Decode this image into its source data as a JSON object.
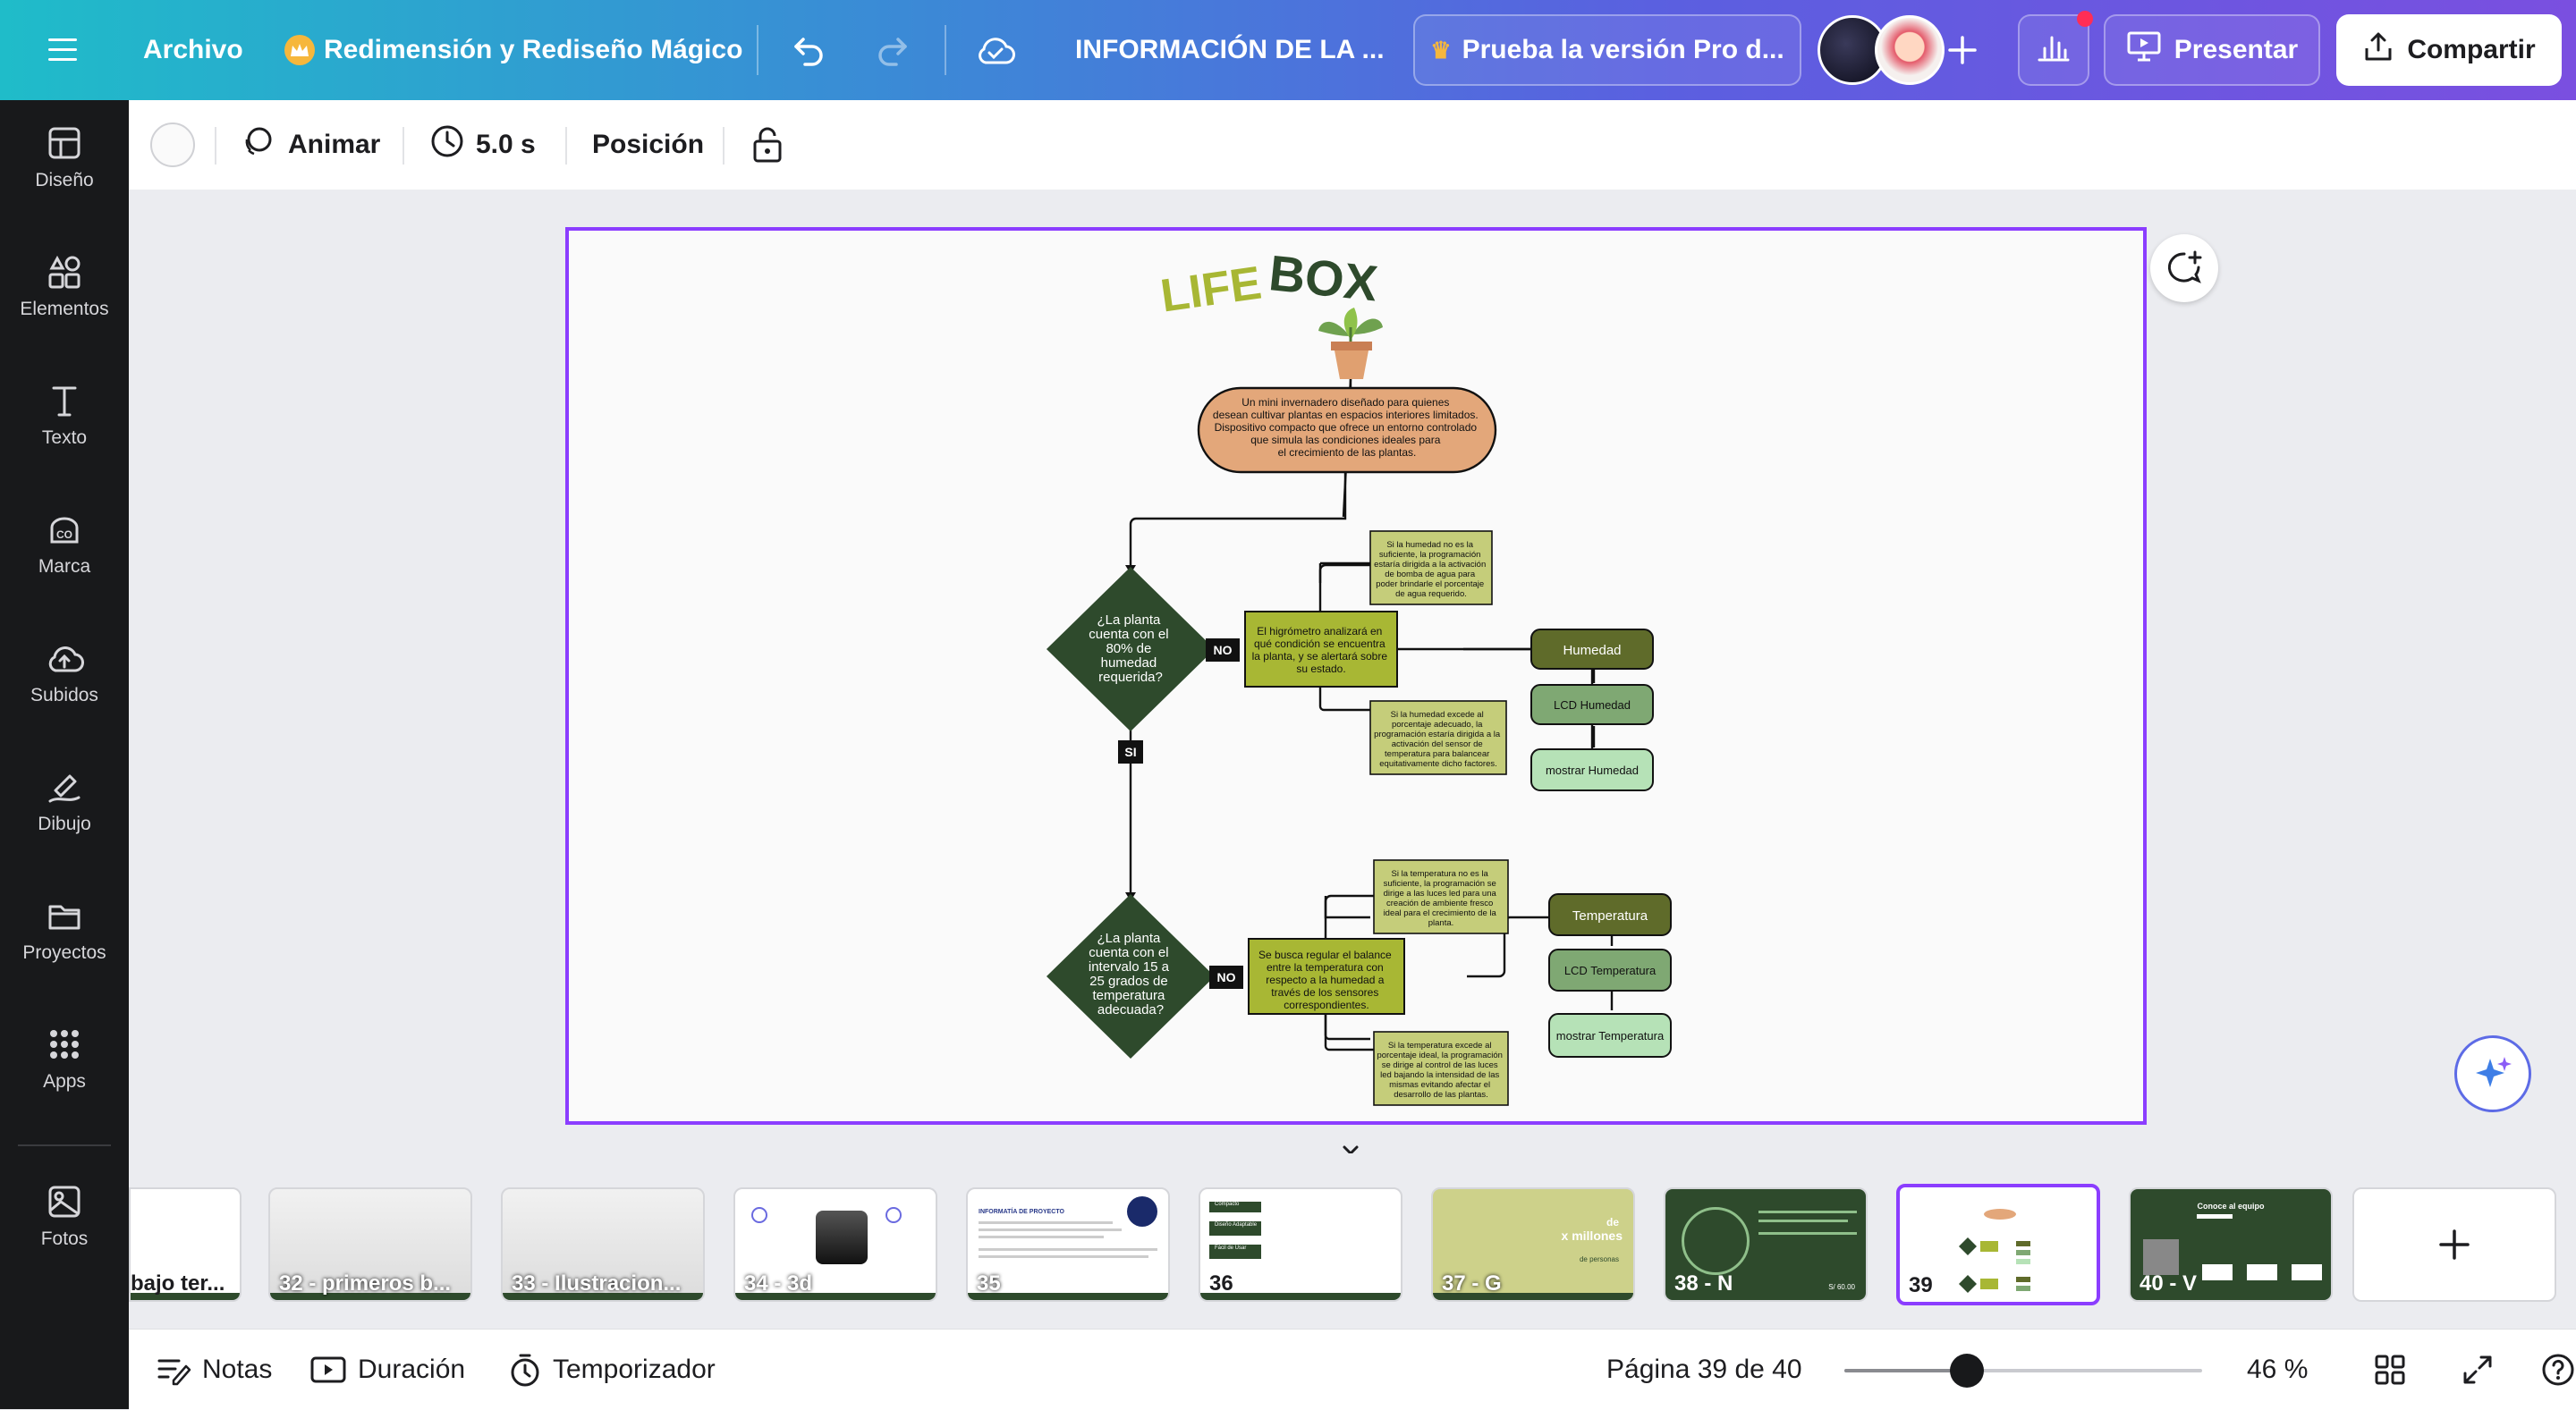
{
  "topbar": {
    "menu_label": "Archivo",
    "magic_label": "Redimensión y Rediseño Mágico",
    "doc_title": "INFORMACIÓN DE LA ...",
    "pro_label": "Prueba la versión Pro d...",
    "present_label": "Presentar",
    "share_label": "Compartir"
  },
  "toolbar": {
    "animate_label": "Animar",
    "duration_value": "5.0 s",
    "position_label": "Posición"
  },
  "sidebar": {
    "items": [
      {
        "label": "Diseño",
        "icon": "layout-icon"
      },
      {
        "label": "Elementos",
        "icon": "shapes-icon"
      },
      {
        "label": "Texto",
        "icon": "text-icon"
      },
      {
        "label": "Marca",
        "icon": "brand-icon"
      },
      {
        "label": "Subidos",
        "icon": "cloud-upload-icon"
      },
      {
        "label": "Dibujo",
        "icon": "pen-icon"
      },
      {
        "label": "Proyectos",
        "icon": "folder-icon"
      },
      {
        "label": "Apps",
        "icon": "apps-grid-icon"
      },
      {
        "label": "Fotos",
        "icon": "photo-icon"
      }
    ]
  },
  "slide": {
    "logo_left": "LIFE",
    "logo_right": "BOX",
    "intro": [
      "Un mini invernadero diseñado para quienes",
      "desean cultivar plantas en espacios interiores limitados.",
      "Dispositivo compacto que ofrece un entorno controlado",
      "que simula las condiciones ideales para",
      "el crecimiento de las plantas."
    ],
    "diamond1": [
      "¿La planta",
      "cuenta con el",
      "80% de",
      "humedad",
      "requerida?"
    ],
    "diamond2": [
      "¿La planta",
      "cuenta con el",
      "intervalo 15 a",
      "25 grados de",
      "temperatura",
      "adecuada?"
    ],
    "no_label": "NO",
    "si_label": "SI",
    "box_hygro": [
      "El higrómetro analizará en",
      "qué condición se encuentra",
      "la planta, y se alertará sobre",
      "su estado."
    ],
    "box_hum_low": [
      "Si la humedad no es la",
      "suficiente, la programación",
      "estaría dirigida a la activación",
      "de bomba de agua para",
      "poder brindarle el porcentaje",
      "de agua requerido."
    ],
    "box_hum_high": [
      "Si la humedad excede al",
      "porcentaje adecuado, la",
      "programación estaría dirigida a la",
      "activación del sensor de",
      "temperatura para balancear",
      "equitativamente dicho factores."
    ],
    "box_temp": [
      "Se busca regular el balance",
      "entre la temperatura con",
      "respecto a la humedad a",
      "través de los sensores",
      "correspondientes."
    ],
    "box_temp_low": [
      "Si la temperatura no es la",
      "suficiente, la programación se",
      "dirige a las luces led para una",
      "creación de ambiente fresco",
      "ideal para el crecimiento de la",
      "planta."
    ],
    "box_temp_high": [
      "Si la temperatura excede al",
      "porcentaje ideal, la programación",
      "se dirige al control de las luces",
      "led bajando la intensidad de las",
      "mismas evitando afectar el",
      "desarrollo de las plantas."
    ],
    "pill_humedad": "Humedad",
    "pill_lcd_humedad": "LCD Humedad",
    "pill_mostrar_humedad": "mostrar Humedad",
    "pill_temperatura": "Temperatura",
    "pill_lcd_temperatura": "LCD Temperatura",
    "pill_mostrar_temperatura": "mostrar Temperatura"
  },
  "thumbnails": [
    {
      "label": "bajo ter..."
    },
    {
      "label": "32 - primeros b..."
    },
    {
      "label": "33 - Ilustracion..."
    },
    {
      "label": "34 - 3d"
    },
    {
      "label": "35"
    },
    {
      "label": "36"
    },
    {
      "label": "37 - G"
    },
    {
      "label": "38 - N"
    },
    {
      "label": "39"
    },
    {
      "label": "40 - V"
    }
  ],
  "thumb_texts": {
    "t35_title": "INFORMATÍA DE PROYECTO",
    "t36_a": "Compacto",
    "t36_b": "Diseño Adaptable",
    "t36_c": "Fácil de Usar",
    "t37_a": "de",
    "t37_b": "x millones",
    "t37_c": "de personas",
    "t38_price": "S/ 60.00",
    "t40_title": "Conoce al equipo"
  },
  "footer": {
    "notes_label": "Notas",
    "duration_label": "Duración",
    "timer_label": "Temporizador",
    "page_label": "Página 39 de 40",
    "zoom_label": "46 %",
    "zoom_level": 0.46
  },
  "colors": {
    "accent": "#8b3dff",
    "dark_green": "#2e4a2c",
    "olive": "#a8b734",
    "light_olive": "#c5cd7a",
    "pill_dark": "#5f6b2a",
    "pill_mid": "#7fa873",
    "pill_light": "#b6e2b7",
    "intro_fill": "#e3a77a"
  }
}
